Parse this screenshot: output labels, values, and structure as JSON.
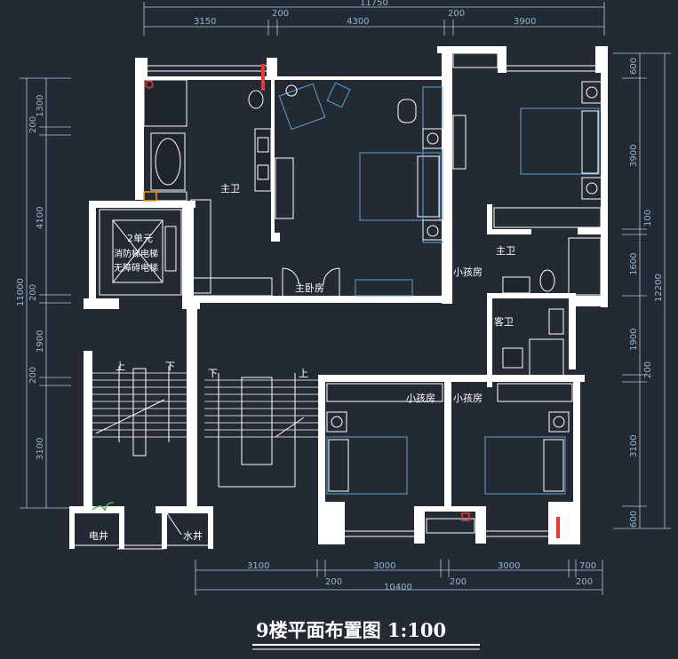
{
  "title": "9楼平面布置图  1:100",
  "dimensions": {
    "top_total": "11750",
    "top": [
      "3150",
      "200",
      "4300",
      "200",
      "3900"
    ],
    "left_total": "11000",
    "left": [
      "1300",
      "200",
      "4100",
      "200",
      "1900",
      "200",
      "3100"
    ],
    "right_total": "12200",
    "right": [
      "600",
      "3900",
      "100",
      "1600",
      "1900",
      "200",
      "3100",
      "600"
    ],
    "bottom_upper": [
      "3100",
      "3000",
      "3000",
      "700"
    ],
    "bottom_lower": [
      "200",
      "200",
      "200"
    ],
    "bottom_total": "10400"
  },
  "rooms": {
    "master_bedroom": "主卧房",
    "master_bath_left": "主卫",
    "master_bath_right": "主卫",
    "guest_bath": "客卫",
    "kid_room_1": "小孩房",
    "kid_room_2": "小孩房",
    "kid_room_3": "小孩房",
    "elevator_line1": "2单元",
    "elevator_line2": "消防梯电梯",
    "elevator_line3": "无障碍电梯",
    "electric_shaft": "电井",
    "water_shaft": "水井",
    "stair_up_1": "上",
    "stair_down_1": "下",
    "stair_down_2": "下",
    "stair_up_2": "上"
  },
  "colors": {
    "background": "#232a34",
    "wall": "#ffffff",
    "furniture": "#5fa3d6",
    "dimension": "#8fb7d8",
    "accent_red": "#e53935",
    "accent_green": "#4caf50"
  }
}
